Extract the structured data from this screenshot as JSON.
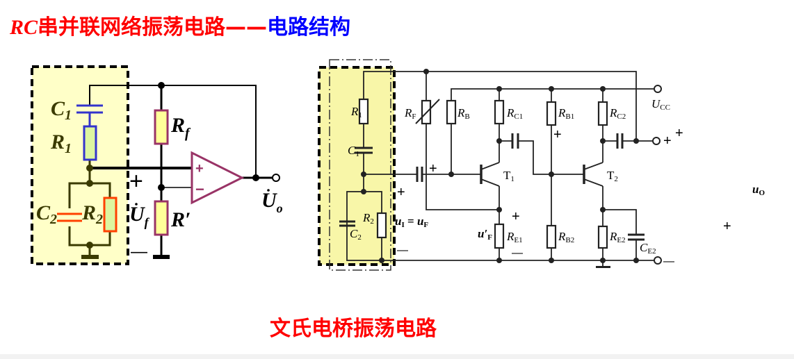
{
  "title": {
    "prefix": "RC",
    "red_part": "串并联网络振荡电路",
    "dash": "——",
    "blue_part": "电路结构"
  },
  "caption": "文氏电桥振荡电路",
  "left_circuit": {
    "C1": {
      "main": "C",
      "sub": "1"
    },
    "R1": {
      "main": "R",
      "sub": "1"
    },
    "C2": {
      "main": "C",
      "sub": "2"
    },
    "R2": {
      "main": "R",
      "sub": "2"
    },
    "Rf": {
      "main": "R",
      "sub": "f"
    },
    "Rprime": "R′",
    "Uf": {
      "main": "U",
      "sub": "f"
    },
    "Uo": {
      "main": "U",
      "sub": "o"
    },
    "plus": "+",
    "minus": "—",
    "opamp_plus": "+",
    "opamp_minus": "−"
  },
  "right_circuit": {
    "R1": {
      "main": "R",
      "sub": "1"
    },
    "C1": {
      "main": "C",
      "sub": "1"
    },
    "R2": {
      "main": "R",
      "sub": "2"
    },
    "C2": {
      "main": "C",
      "sub": "2"
    },
    "RF": {
      "main": "R",
      "sub": "F"
    },
    "RB": {
      "main": "R",
      "sub": "B"
    },
    "RC1": {
      "main": "R",
      "sub": "C1"
    },
    "RB1": {
      "main": "R",
      "sub": "B1"
    },
    "RC2": {
      "main": "R",
      "sub": "C2"
    },
    "RE1": {
      "main": "R",
      "sub": "E1"
    },
    "RB2": {
      "main": "R",
      "sub": "B2"
    },
    "RE2": {
      "main": "R",
      "sub": "E2"
    },
    "CE2": {
      "main": "C",
      "sub": "E2"
    },
    "T1": {
      "main": "T",
      "sub": "1"
    },
    "T2": {
      "main": "T",
      "sub": "2"
    },
    "UCC": {
      "main": "U",
      "sub": "CC"
    },
    "uO": {
      "main": "u",
      "sub": "O"
    },
    "uF_prime": {
      "main": "u′",
      "sub": "F"
    },
    "uI_eq_uF": {
      "a": "u",
      "a_sub": "I",
      "eq": " = ",
      "b": "u",
      "b_sub": "F"
    },
    "plus": "+",
    "minus": "—"
  },
  "colors": {
    "title_red": "#ff0000",
    "title_blue": "#0000ff",
    "highlight": "#ffffc8",
    "branch1": "#3333cc",
    "branch2": "#ff4000",
    "opamp": "#993366"
  }
}
